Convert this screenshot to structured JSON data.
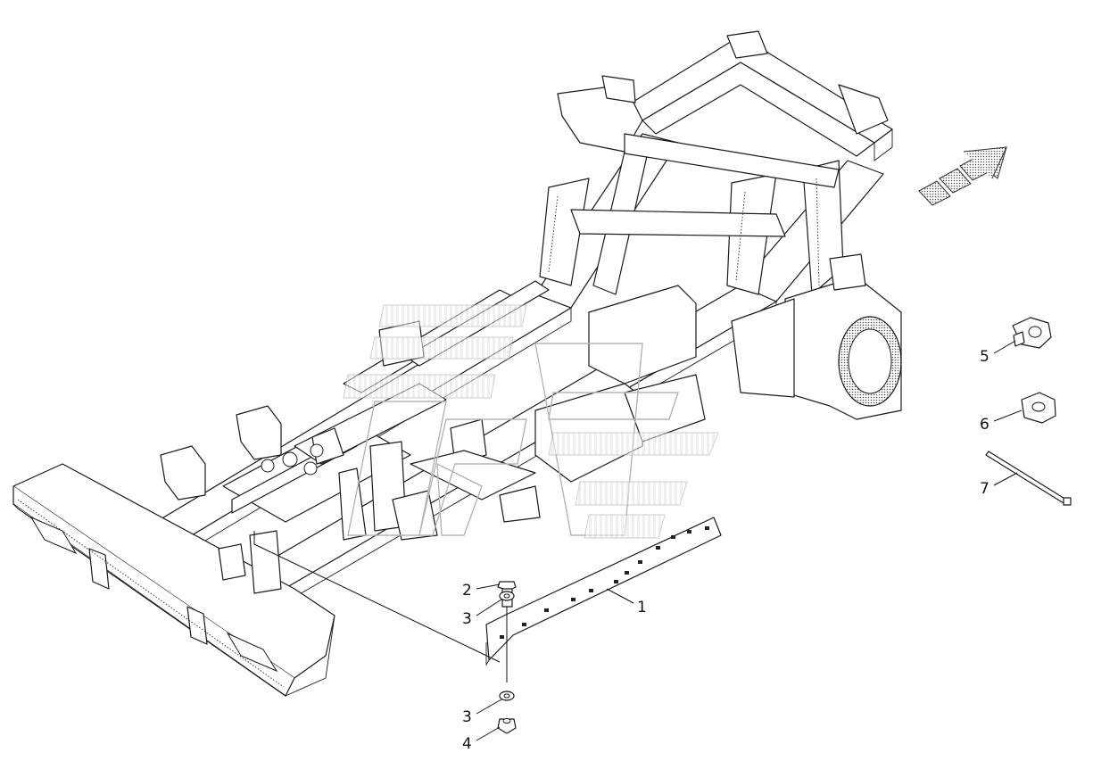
{
  "callouts": [
    {
      "id": "1",
      "label": "1"
    },
    {
      "id": "2",
      "label": "2"
    },
    {
      "id": "3a",
      "label": "3"
    },
    {
      "id": "3b",
      "label": "3"
    },
    {
      "id": "4",
      "label": "4"
    },
    {
      "id": "5",
      "label": "5"
    },
    {
      "id": "6",
      "label": "6"
    },
    {
      "id": "7",
      "label": "7"
    }
  ],
  "icons": {
    "direction": "direction-arrow-icon",
    "watermark": "watermark-logo"
  }
}
